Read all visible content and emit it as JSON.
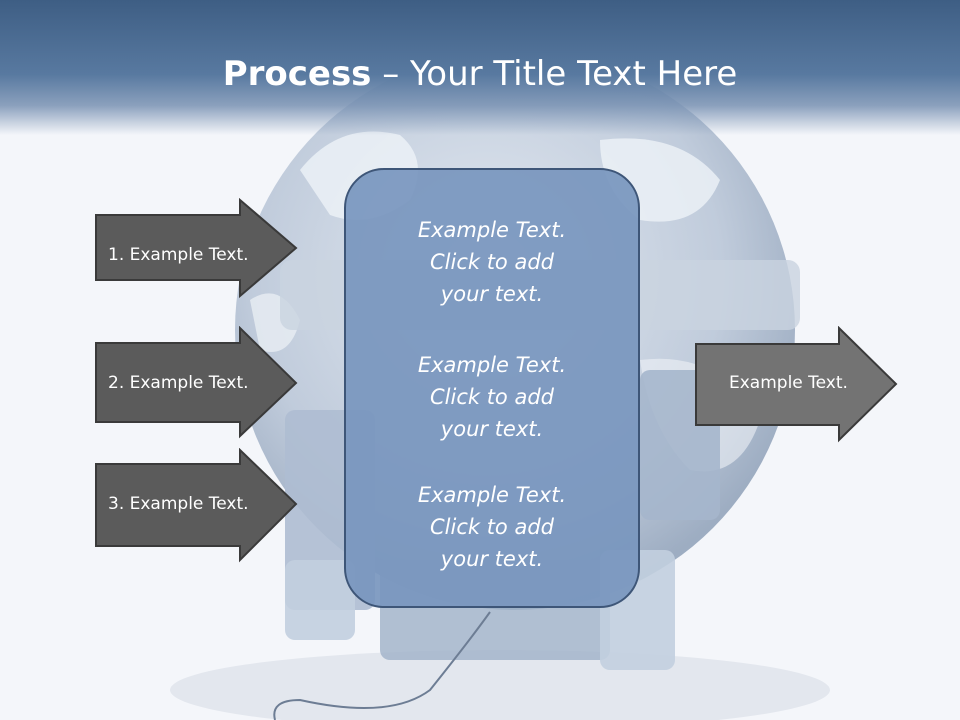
{
  "title": {
    "bold": "Process",
    "rest": " – Your Title Text Here"
  },
  "inputs": [
    {
      "label": "1. Example Text."
    },
    {
      "label": "2. Example Text."
    },
    {
      "label": "3. Example Text."
    }
  ],
  "center": {
    "blocks": [
      {
        "lines": [
          "Example Text.",
          "Click  to add",
          "your text."
        ]
      },
      {
        "lines": [
          "Example Text.",
          "Click  to add",
          "your text."
        ]
      },
      {
        "lines": [
          "Example Text.",
          "Click  to add",
          "your text."
        ]
      }
    ]
  },
  "output": {
    "label": "Example Text."
  },
  "colors": {
    "header": "#3e5e84",
    "arrow_dark": "#5b5b5b",
    "arrow_output": "#737373",
    "center_box": "#7896be",
    "center_border": "#3e5678"
  },
  "background": {
    "image": "globe-with-luggage"
  }
}
